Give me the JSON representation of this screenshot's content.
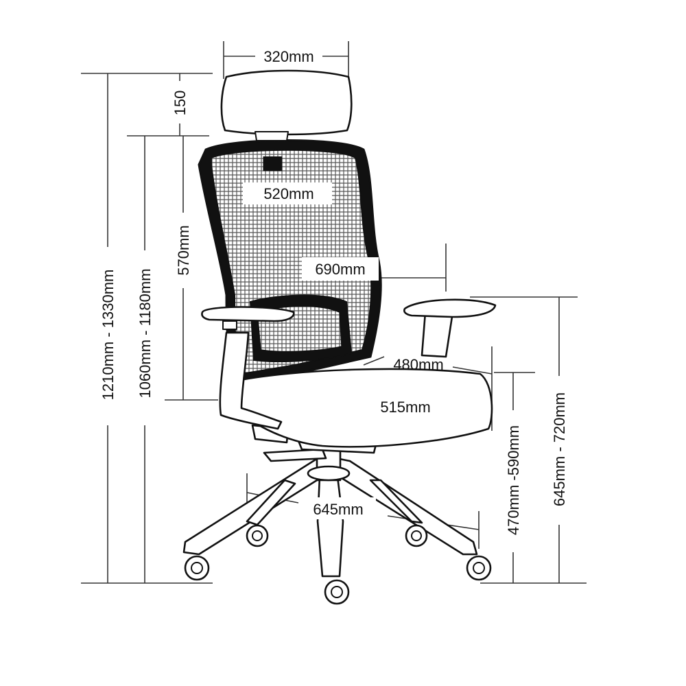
{
  "dimensions": {
    "headrest_width": "320mm",
    "headrest_height": "150",
    "backrest_width": "520mm",
    "backrest_height": "570mm",
    "overall_depth": "690mm",
    "seat_depth": "480mm",
    "seat_width": "515mm",
    "base_diameter": "645mm",
    "overall_height": "1210mm - 1330mm",
    "backrest_top_height": "1060mm - 1180mm",
    "seat_height": "470mm -590mm",
    "armrest_height": "645mm - 720mm"
  },
  "colors": {
    "line": "#111111",
    "mesh": "#555555",
    "background": "#ffffff"
  }
}
